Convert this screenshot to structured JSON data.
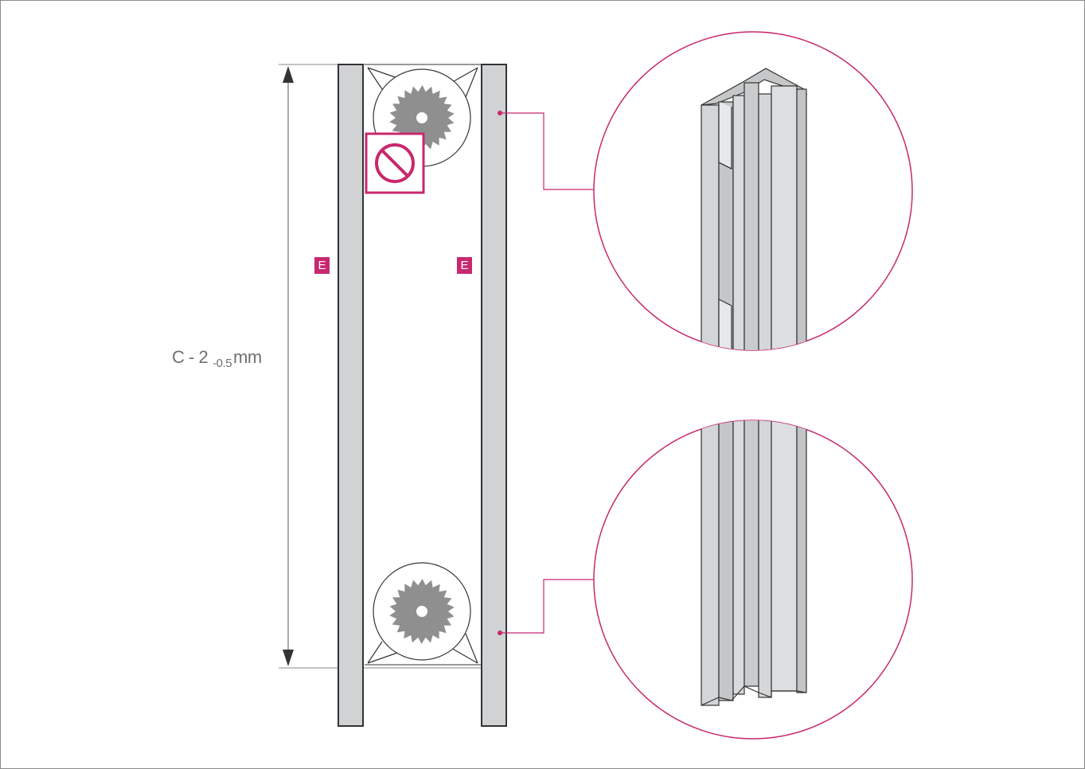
{
  "dimension": {
    "main": "C - 2",
    "tolerance": "-0.5",
    "unit": "mm"
  },
  "badges": {
    "left": "E",
    "right": "E"
  },
  "icons": {
    "saw_blade_top": "circular-saw-blade-icon",
    "saw_blade_bottom": "circular-saw-blade-icon",
    "prohibited": "prohibited-icon",
    "profile_top": "aluminium-profile-top-detail",
    "profile_bottom": "aluminium-profile-bottom-detail"
  },
  "colors": {
    "accent": "#c8286e",
    "profile_fill": "#d0d2d4",
    "blade": "#8f8f8f",
    "outline": "#333333",
    "dimension_text": "#707070"
  }
}
